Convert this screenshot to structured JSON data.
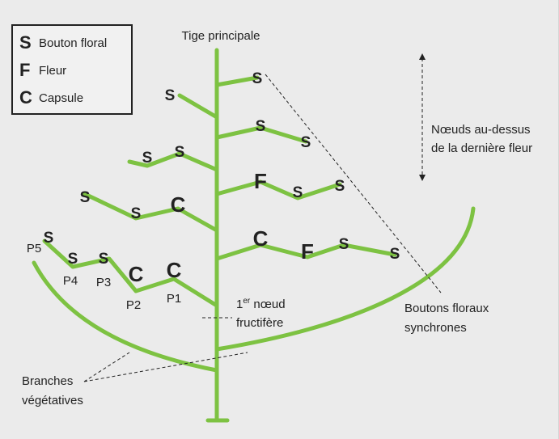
{
  "legend": {
    "items": [
      {
        "letter": "S",
        "text": "Bouton floral"
      },
      {
        "letter": "F",
        "text": "Fleur"
      },
      {
        "letter": "C",
        "text": "Capsule"
      }
    ]
  },
  "labels": {
    "main_stem": "Tige principale",
    "nodes_above": [
      "Nœuds au-dessus",
      "de la dernière fleur"
    ],
    "first_node_sup": "er",
    "first_node_pre": "1",
    "first_node_rest": " nœud",
    "first_node_line2": "fructifère",
    "synchronous": [
      "Boutons floraux",
      "synchrones"
    ],
    "vegetative": [
      "Branches",
      "végétatives"
    ]
  },
  "positions": [
    "P5",
    "P4",
    "P3",
    "P2",
    "P1"
  ],
  "organs": [
    "S",
    "S",
    "S",
    "S",
    "S",
    "S",
    "F",
    "S",
    "S",
    "S",
    "S",
    "C",
    "C",
    "F",
    "S",
    "S",
    "S",
    "S",
    "S",
    "C",
    "C"
  ],
  "colors": {
    "stem": "#7dc242",
    "background": "#ebebeb",
    "text": "#222222"
  }
}
